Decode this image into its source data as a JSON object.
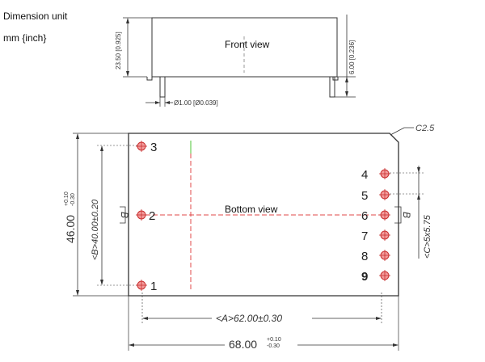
{
  "notes": {
    "unit_line1": "Dimension unit",
    "unit_line2": "mm {inch}"
  },
  "front_view": {
    "title": "Front view",
    "height": "23.50 [0.925]",
    "pin_length": "6.00 [0.236]",
    "pin_diameter": "Ø1.00 [Ø0.039]"
  },
  "bottom_view": {
    "title": "Bottom view",
    "corner": "C2.5",
    "height_total": "46.00",
    "height_tol_upper": "+0.10",
    "height_tol_lower": "-0.30",
    "b_dim": "<B>40.00±0.20",
    "b_marker": "B",
    "c_dim": "<C>5x5.75",
    "a_dim": "<A>62.00±0.30",
    "width_total": "68.00",
    "width_tol_upper": "+0.10",
    "width_tol_lower": "-0.30",
    "pins": [
      "1",
      "2",
      "3",
      "4",
      "5",
      "6",
      "7",
      "8",
      "9"
    ]
  }
}
